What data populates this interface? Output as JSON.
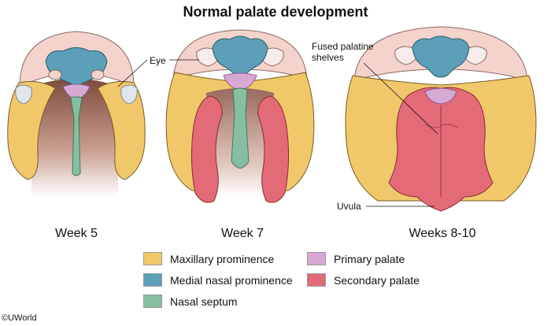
{
  "title": "Normal palate development",
  "stages": [
    {
      "label": "Week 5"
    },
    {
      "label": "Week 7"
    },
    {
      "label": "Weeks 8-10"
    }
  ],
  "callouts": {
    "eye": "Eye",
    "fused_line1": "Fused palatine",
    "fused_line2": "shelves",
    "uvula": "Uvula"
  },
  "legend": [
    {
      "label": "Maxillary prominence",
      "color": "#f0c86a"
    },
    {
      "label": "Medial nasal prominence",
      "color": "#5b9fb8"
    },
    {
      "label": "Nasal septum",
      "color": "#86bfa0"
    },
    {
      "label": "Primary palate",
      "color": "#d9a9d6"
    },
    {
      "label": "Secondary palate",
      "color": "#e36a77"
    }
  ],
  "colors": {
    "maxillary": "#f0c86a",
    "medial_nasal": "#5b9fb8",
    "septum": "#86bfa0",
    "primary_palate": "#d9a9d6",
    "secondary_palate": "#e36a77",
    "frontonasal_skin": "#f3d3cc"
  },
  "credit": "©UWorld"
}
